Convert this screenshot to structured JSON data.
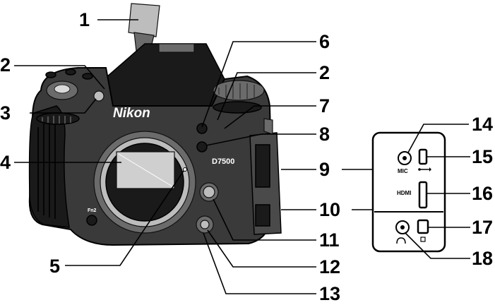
{
  "camera": {
    "brand_logo": "Nikon",
    "model_badge": "D7500",
    "grip_button_label": "Fn2"
  },
  "port_panel": {
    "mic_label": "MIC",
    "hdmi_label": "HDMI",
    "usb_icon": "usb-icon",
    "headphone_icon": "headphone-icon",
    "remote_icon": "remote-terminal-icon"
  },
  "callouts": [
    {
      "id": "c1",
      "label": "1"
    },
    {
      "id": "c2a",
      "label": "2"
    },
    {
      "id": "c3",
      "label": "3"
    },
    {
      "id": "c4",
      "label": "4"
    },
    {
      "id": "c5",
      "label": "5"
    },
    {
      "id": "c6",
      "label": "6"
    },
    {
      "id": "c2b",
      "label": "2"
    },
    {
      "id": "c7",
      "label": "7"
    },
    {
      "id": "c8",
      "label": "8"
    },
    {
      "id": "c9",
      "label": "9"
    },
    {
      "id": "c10",
      "label": "10"
    },
    {
      "id": "c11",
      "label": "11"
    },
    {
      "id": "c12",
      "label": "12"
    },
    {
      "id": "c13",
      "label": "13"
    },
    {
      "id": "c14",
      "label": "14"
    },
    {
      "id": "c15",
      "label": "15"
    },
    {
      "id": "c16",
      "label": "16"
    },
    {
      "id": "c17",
      "label": "17"
    },
    {
      "id": "c18",
      "label": "18"
    }
  ]
}
